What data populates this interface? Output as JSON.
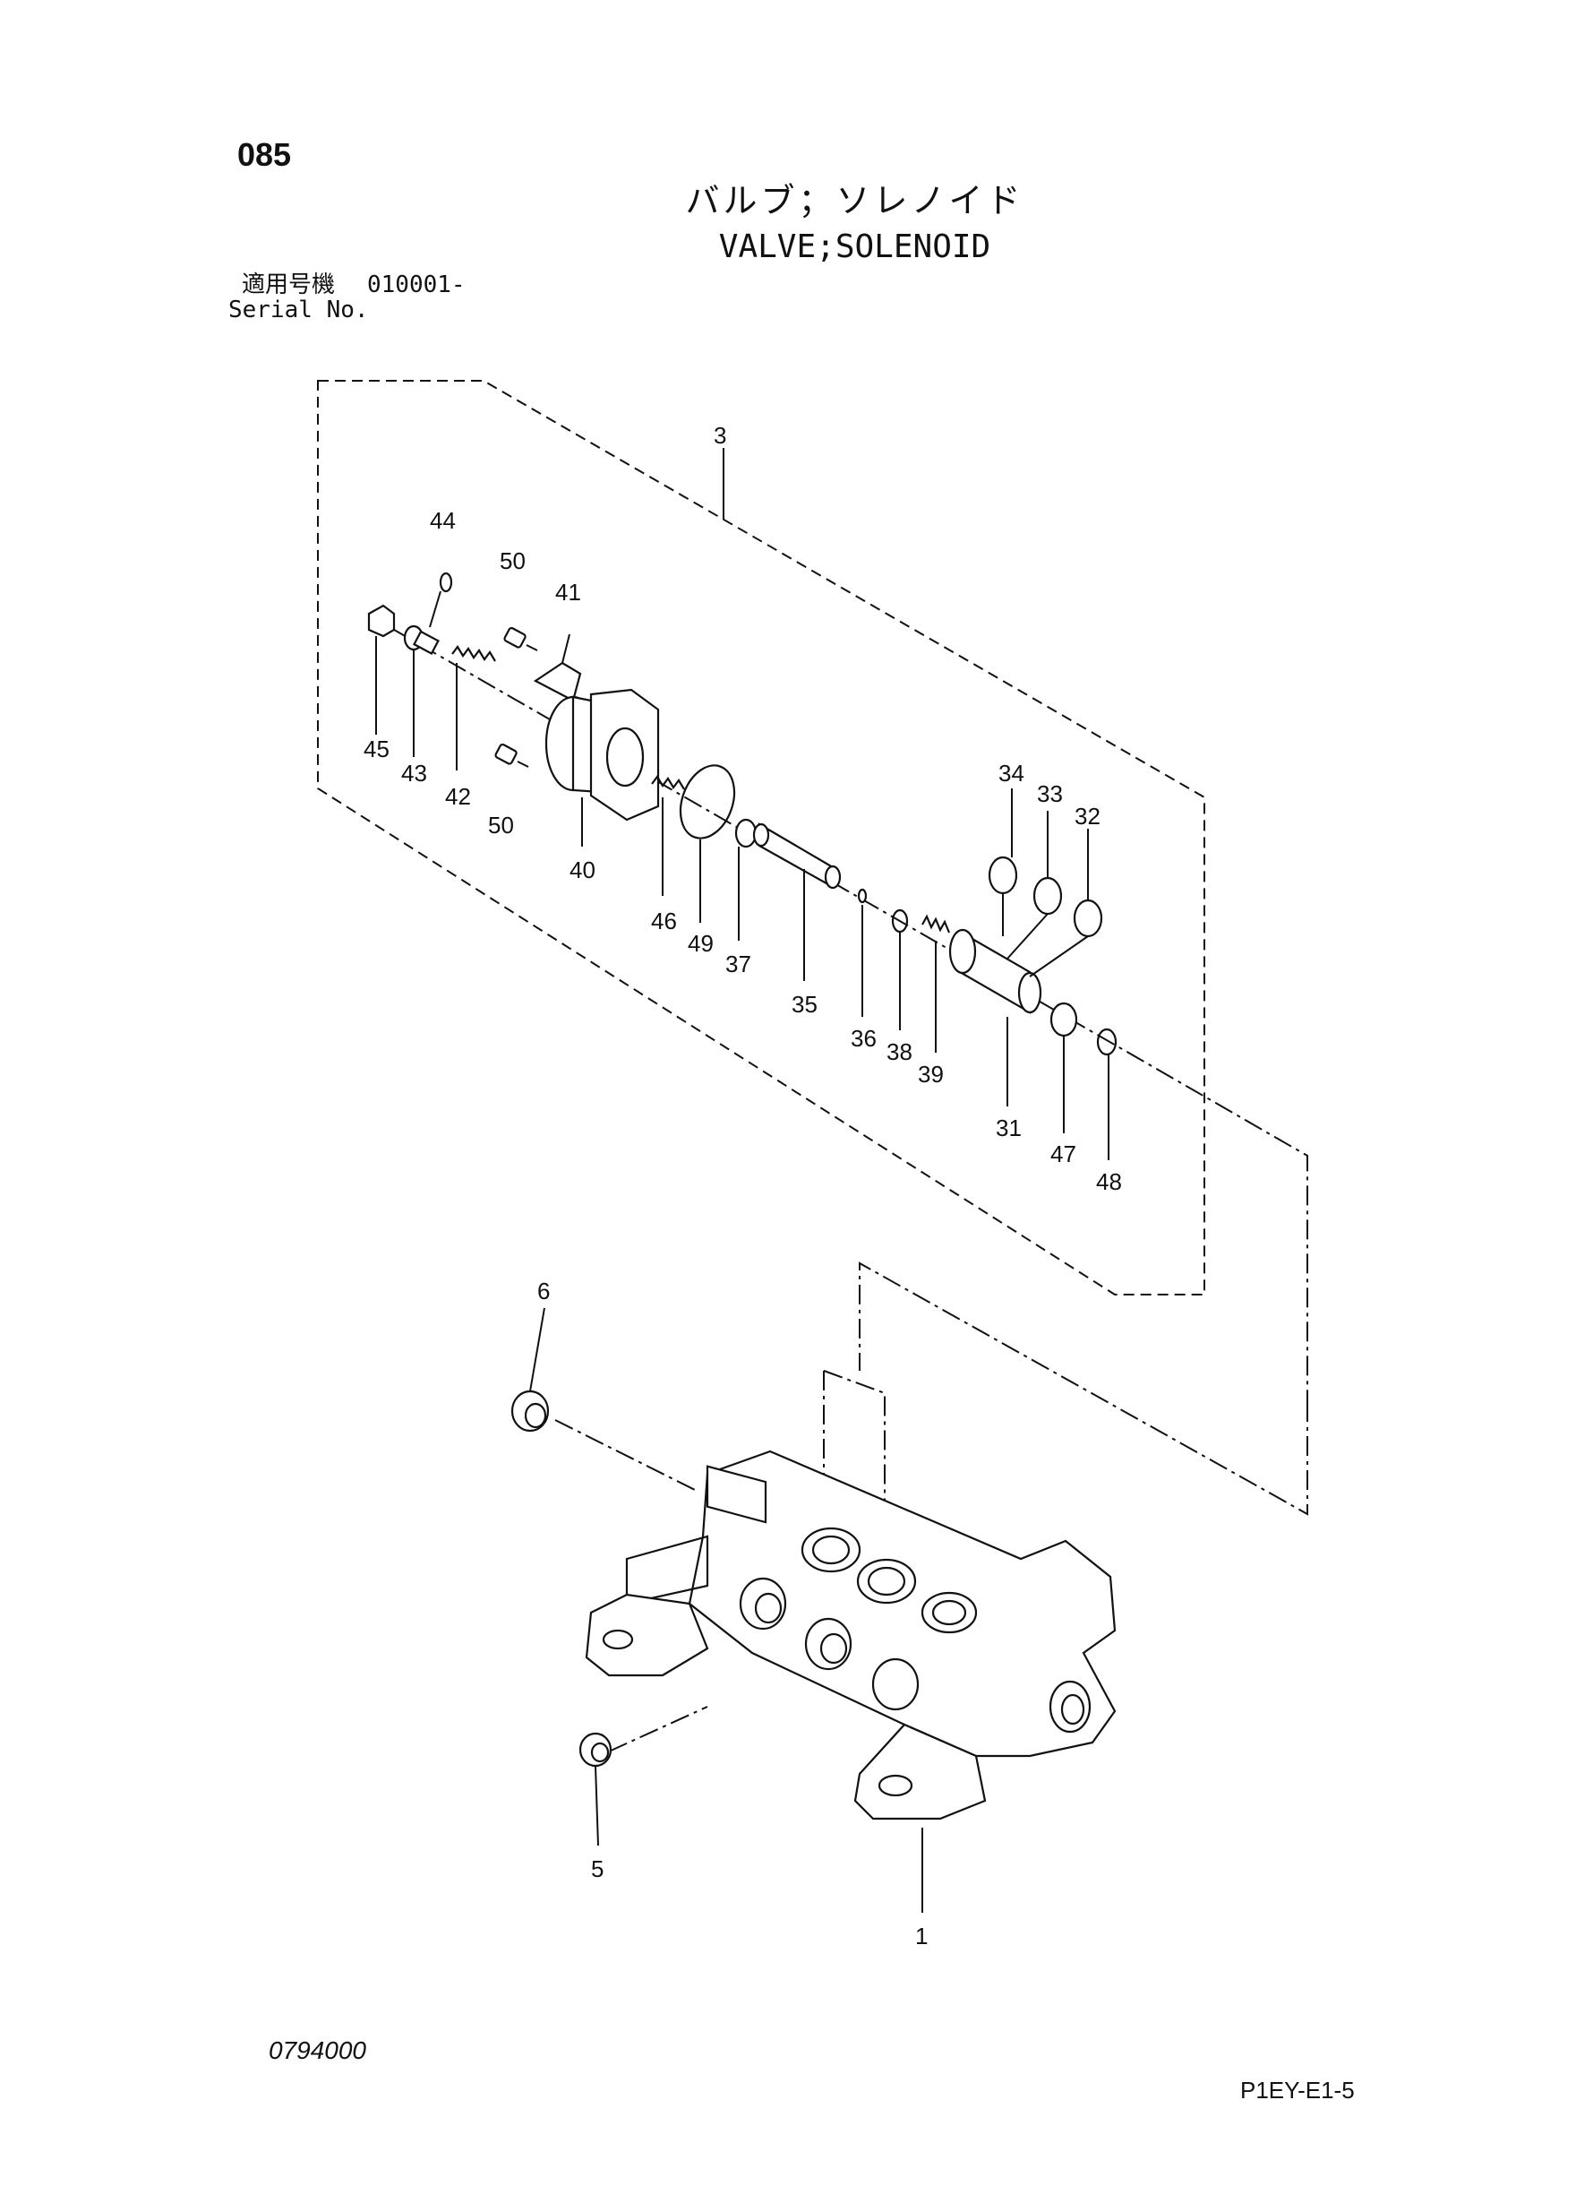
{
  "header": {
    "page_number": "085",
    "title_jp": "バルブ；ソレノイド",
    "title_en": "VALVE;SOLENOID",
    "serial_label_jp": "適用号機",
    "serial_value": "010001-",
    "serial_label_en": "Serial No."
  },
  "footer": {
    "drawing_number": "0794000",
    "page_code": "P1EY-E1-5"
  },
  "callouts": {
    "c1": "1",
    "c3": "3",
    "c5": "5",
    "c6": "6",
    "c31": "31",
    "c32": "32",
    "c33": "33",
    "c34": "34",
    "c35": "35",
    "c36": "36",
    "c37": "37",
    "c38": "38",
    "c39": "39",
    "c40": "40",
    "c41": "41",
    "c42": "42",
    "c43": "43",
    "c44": "44",
    "c45": "45",
    "c46": "46",
    "c47": "47",
    "c48": "48",
    "c49": "49",
    "c50a": "50",
    "c50b": "50"
  }
}
